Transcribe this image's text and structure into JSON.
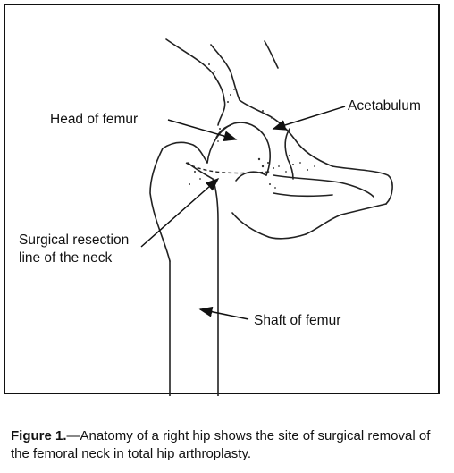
{
  "diagram": {
    "labels": {
      "head": "Head of femur",
      "acetabulum": "Acetabulum",
      "resection_line1": "Surgical resection",
      "resection_line2": "line of the neck",
      "shaft": "Shaft of femur"
    }
  },
  "caption": {
    "lead": "Figure 1.",
    "body": "—Anatomy of a right hip shows the site of surgical removal of the femoral neck in total hip arthroplasty."
  }
}
